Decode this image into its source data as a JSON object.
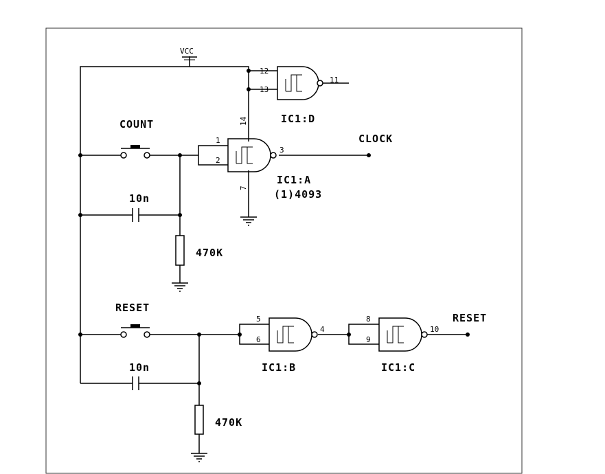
{
  "labels": {
    "vcc": "VCC",
    "count": "COUNT",
    "clock": "CLOCK",
    "reset_switch": "RESET",
    "reset_out": "RESET",
    "cap_top": "10n",
    "cap_bottom": "10n",
    "res_top": "470K",
    "res_bottom": "470K",
    "gate_d": "IC1:D",
    "gate_a": "IC1:A",
    "gate_a_part": "(1)4093",
    "gate_b": "IC1:B",
    "gate_c": "IC1:C"
  },
  "pins": {
    "d_in1": "12",
    "d_in2": "13",
    "d_out": "11",
    "a_vdd": "14",
    "a_in1": "1",
    "a_in2": "2",
    "a_out": "3",
    "a_gnd": "7",
    "b_in1": "5",
    "b_in2": "6",
    "b_out": "4",
    "c_in1": "8",
    "c_in2": "9",
    "c_out": "10"
  }
}
